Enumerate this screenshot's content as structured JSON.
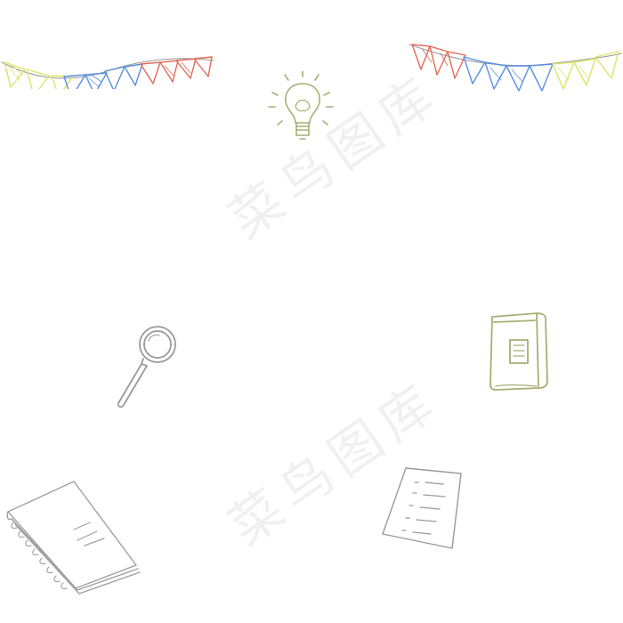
{
  "watermark": {
    "text": "菜鸟图库"
  },
  "colors": {
    "background": "#ffffff",
    "pencil_gray": "#9a9a9a",
    "olive": "#a8ae72",
    "yellow_green": "#d8e66a",
    "blue": "#5b8fe0",
    "red": "#e46a5a",
    "watermark": "#0000000f"
  },
  "illustrations": [
    {
      "name": "bunting-left",
      "icon": "flag-garland"
    },
    {
      "name": "bunting-right",
      "icon": "flag-garland"
    },
    {
      "name": "light-bulb",
      "icon": "lightbulb"
    },
    {
      "name": "magnifying-glass",
      "icon": "magnifier"
    },
    {
      "name": "book",
      "icon": "book"
    },
    {
      "name": "spiral-notebook",
      "icon": "notebook"
    },
    {
      "name": "paper-sheet",
      "icon": "document"
    }
  ]
}
